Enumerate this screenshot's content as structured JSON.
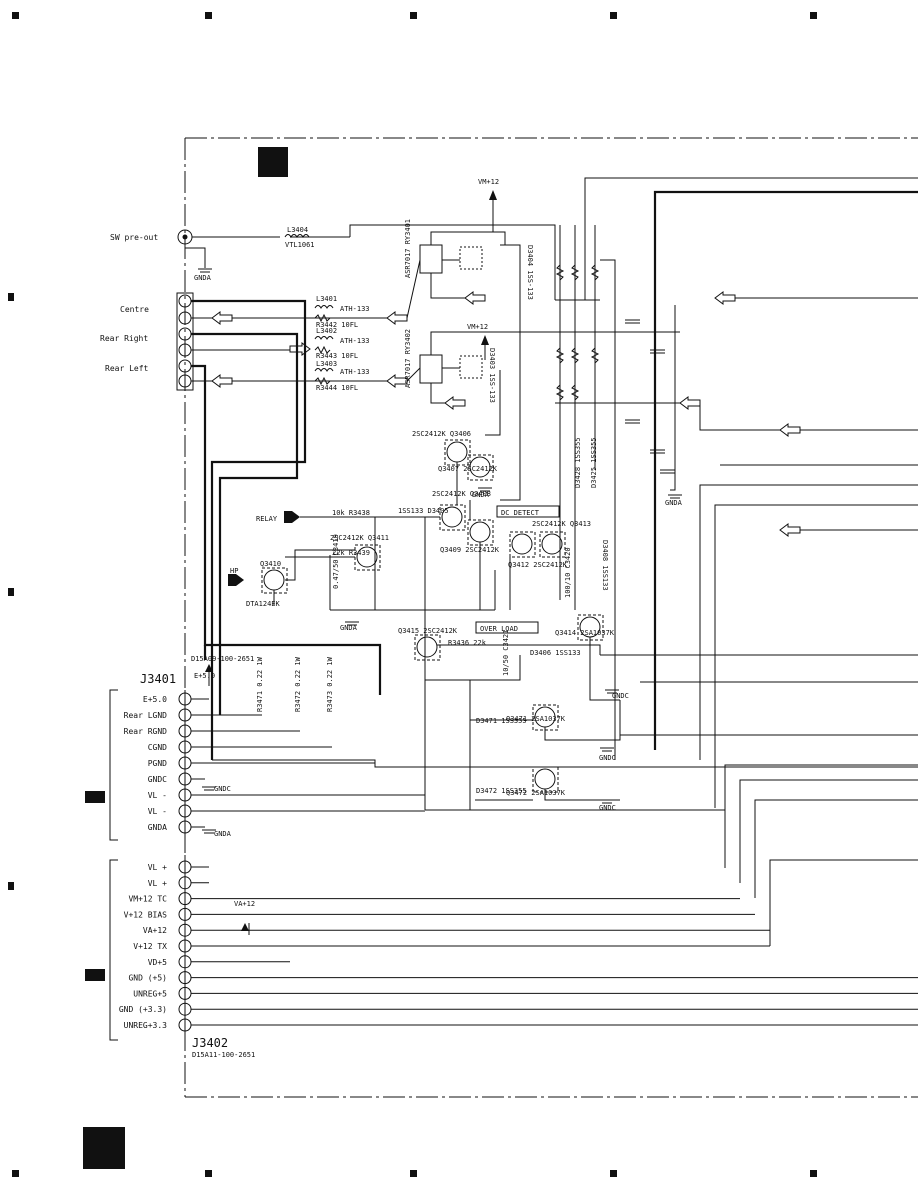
{
  "outputs": {
    "sw_preout": "SW pre-out",
    "centre": "Centre",
    "rear_right": "Rear Right",
    "rear_left": "Rear Left",
    "gnda": "GNDA"
  },
  "parts": {
    "l3404": "L3404",
    "vtl1061": "VTL1061",
    "l3401": "L3401",
    "l3402": "L3402",
    "l3403": "L3403",
    "ath133_1": "ATH-133",
    "ath133_2": "ATH-133",
    "ath133_3": "ATH-133",
    "r3442": "R3442 10FL",
    "r3443": "R3443 10FL",
    "r3444": "R3444 10FL",
    "ry3401": "ASR7017 RY3401",
    "ry3402": "ASR7017 RY3402",
    "d3404": "D3404 1SS-133",
    "d3403": "D3403 1SS-133",
    "q3406": "2SC2412K Q3406",
    "q3407": "Q3407 2SC2412K",
    "q3408": "2SC2412K Q3408",
    "q3409": "Q3409 2SC2412K",
    "q3411": "2SC2412K Q3411",
    "q3412": "Q3412 2SC2412K",
    "q3413": "2SC2412K Q3413",
    "q3410": "Q3410",
    "dta124ek": "DTA124EK",
    "q3415": "Q3415 2SC2412K",
    "q3414": "Q3414 2SA1037K",
    "q3471": "Q3471 2SA1037K",
    "q3472": "Q3472 2SA1037K",
    "d3405": "1SS133 D3405",
    "d3406": "D3406 1SS133",
    "d3471": "D3471 1SS355",
    "d3472": "D3472 1SS355",
    "r3438": "10k R3438",
    "r3439": "22k R3439",
    "r3436": "R3436 22k",
    "c3419": "0.47/50 C3419",
    "c3421": "10/50 C3421",
    "c3420": "100/10 C3420",
    "r3471": "R3471 0.22 1W",
    "r3472": "R3472 0.22 1W",
    "r3473": "R3473 0.22 1W",
    "d3428": "D3428 1SS355",
    "d3425": "D3425 1SS355",
    "d3408": "D3408 1SS133"
  },
  "labels": {
    "vm12_top": "VM+12",
    "vm12_mid": "VM+12",
    "relay": "RELAY",
    "hp": "HP",
    "dc_detect": "DC DETECT",
    "over_load": "OVER LOAD",
    "va12": "VA+12",
    "e5": "E+5.0",
    "gndc_1": "GNDC",
    "gndc_2": "GNDC",
    "gndc_3": "GNDC",
    "gndc_4": "GNDC",
    "gnda_1": "GNDA",
    "gnda_2": "GNDA",
    "gnda_3": "GNDA",
    "gnda_4": "GNDA"
  },
  "j3401": {
    "name": "J3401",
    "part": "D15A09-100-2651",
    "pins": [
      "E+5.0",
      "Rear LGND",
      "Rear RGND",
      "CGND",
      "PGND",
      "GNDC",
      "VL -",
      "VL -",
      "GNDA"
    ]
  },
  "j3402": {
    "name": "J3402",
    "part": "D15A11-100-2651",
    "pins": [
      "VL +",
      "VL +",
      "VM+12 TC",
      "V+12 BIAS",
      "VA+12",
      "V+12 TX",
      "VD+5",
      "GND (+5)",
      "UNREG+5",
      "GND (+3.3)",
      "UNREG+3.3"
    ]
  }
}
